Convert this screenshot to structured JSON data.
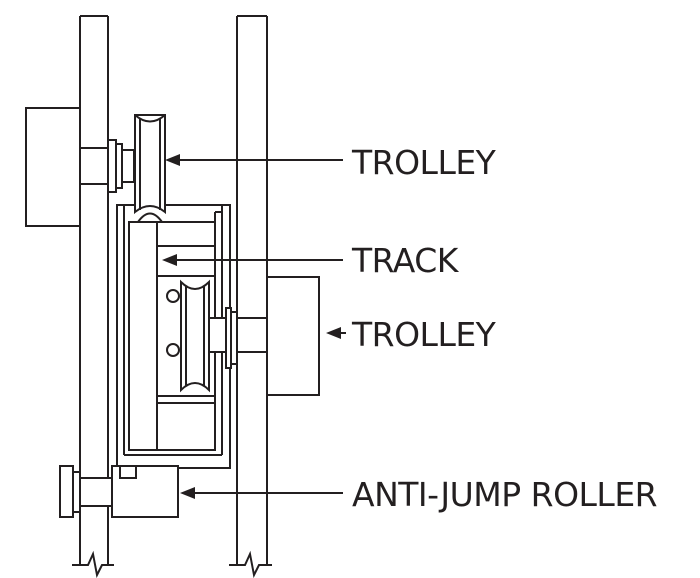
{
  "labels": {
    "trolley_upper": "TROLLEY",
    "track": "TRACK",
    "trolley_lower": "TROLLEY",
    "anti_jump_roller": "ANTI-JUMP ROLLER"
  },
  "colors": {
    "line": "#231f20",
    "background": "#ffffff"
  }
}
